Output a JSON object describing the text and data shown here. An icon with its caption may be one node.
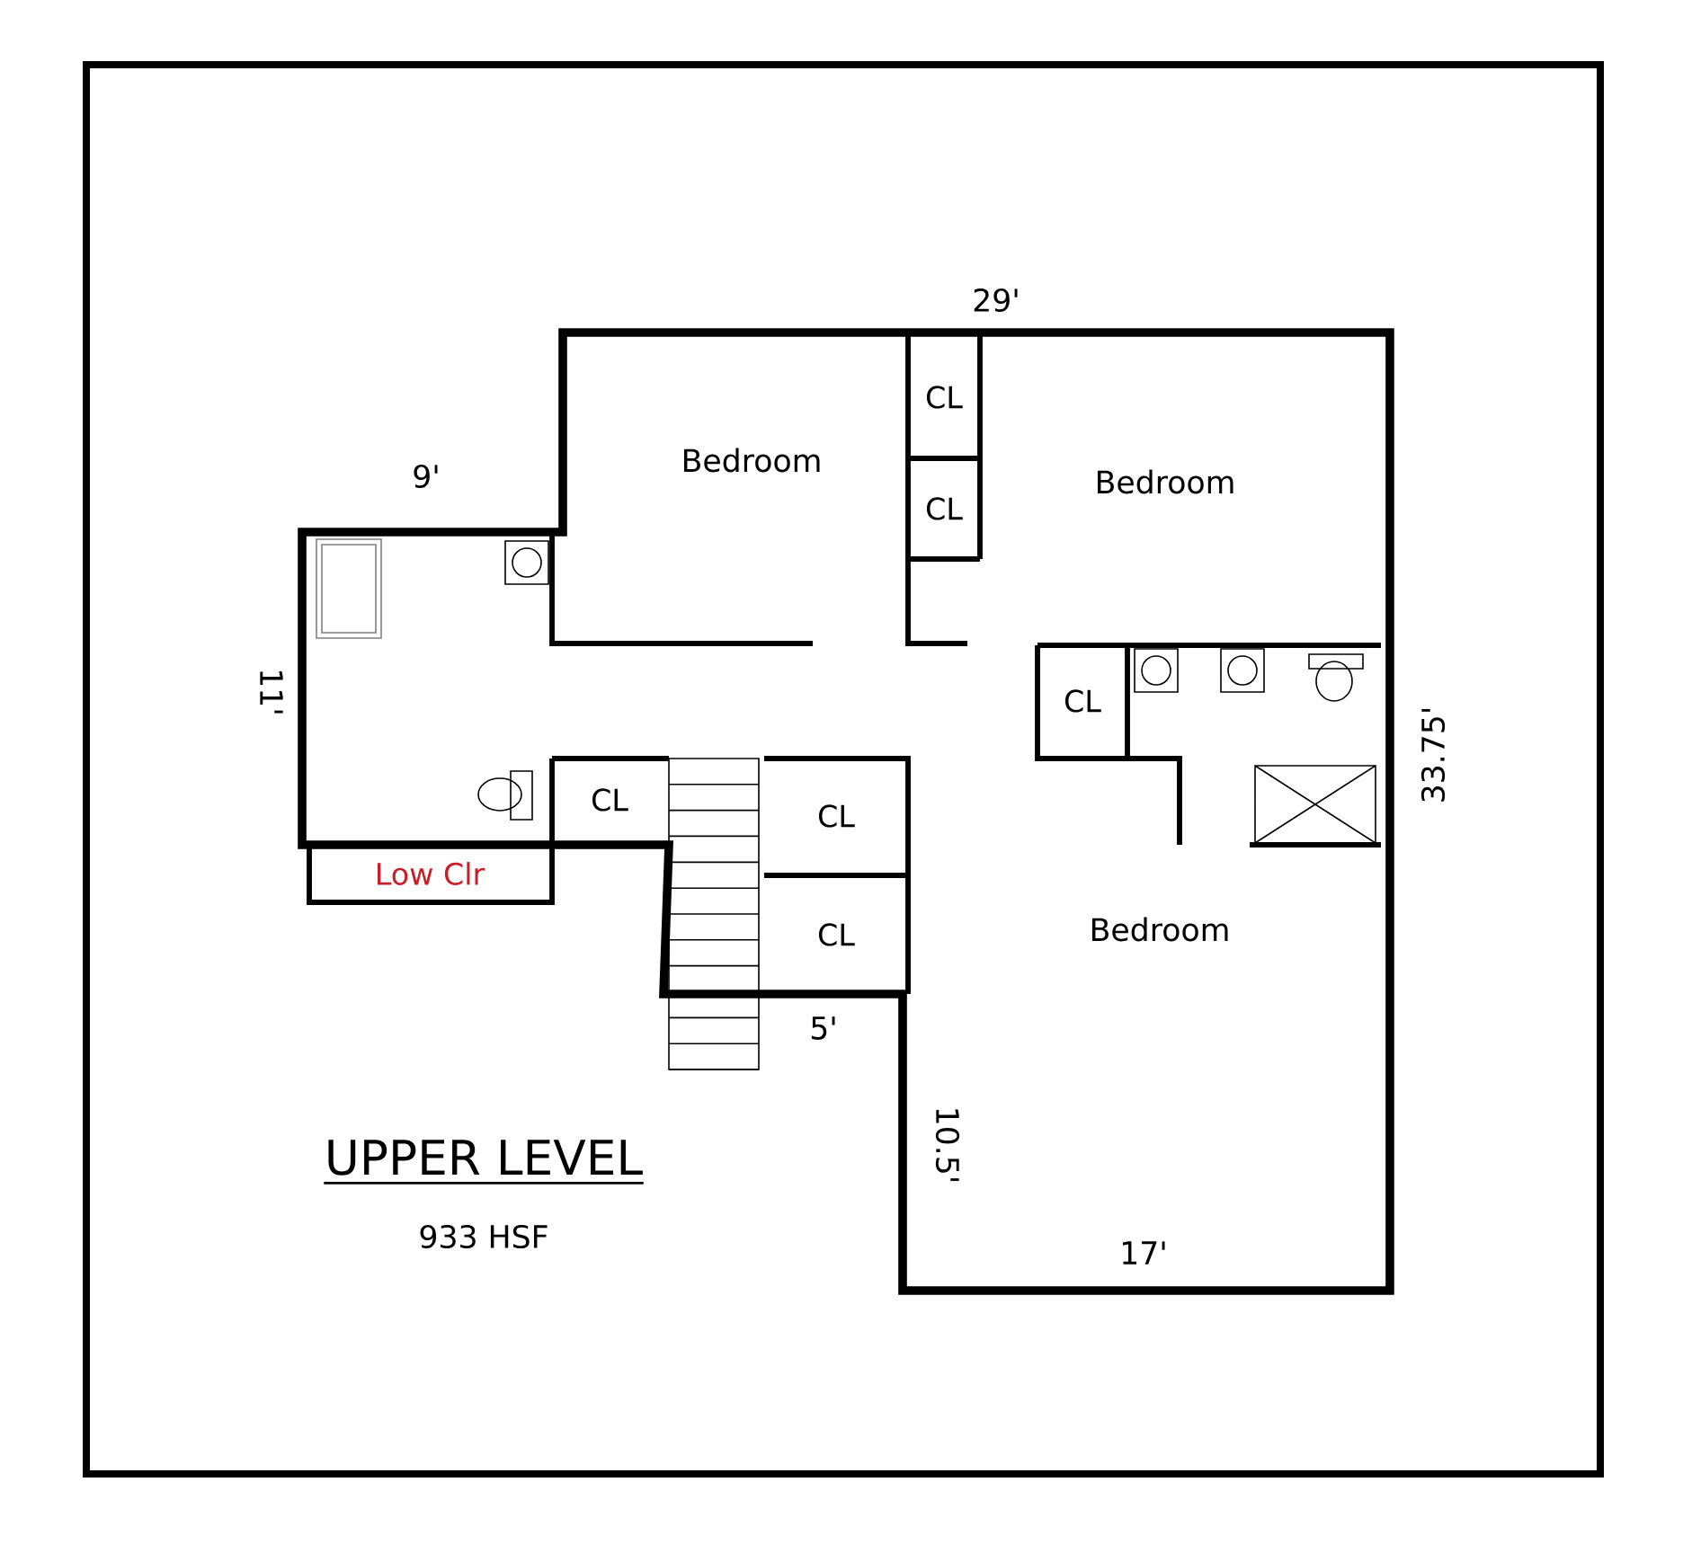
{
  "diagram": {
    "title": "UPPER LEVEL",
    "nodes": [
      {
        "text": [
          "Bedroom"
        ]
      },
      {
        "text": [
          "CL"
        ]
      },
      {
        "text": [
          "CL"
        ]
      },
      {
        "text": [
          "Bedroom"
        ]
      },
      {
        "text": [
          "CL"
        ]
      },
      {
        "text": [
          "CL"
        ]
      },
      {
        "text": [
          "CL"
        ]
      },
      {
        "text": [
          "CL"
        ]
      },
      {
        "text": [
          "Low Clr"
        ]
      },
      {
        "text": [
          "Bedroom"
        ]
      }
    ],
    "labels": [
      "29'",
      "9'",
      "11'",
      "33.75'",
      "5'",
      "10.5'",
      "17'",
      "933 HSF"
    ]
  }
}
